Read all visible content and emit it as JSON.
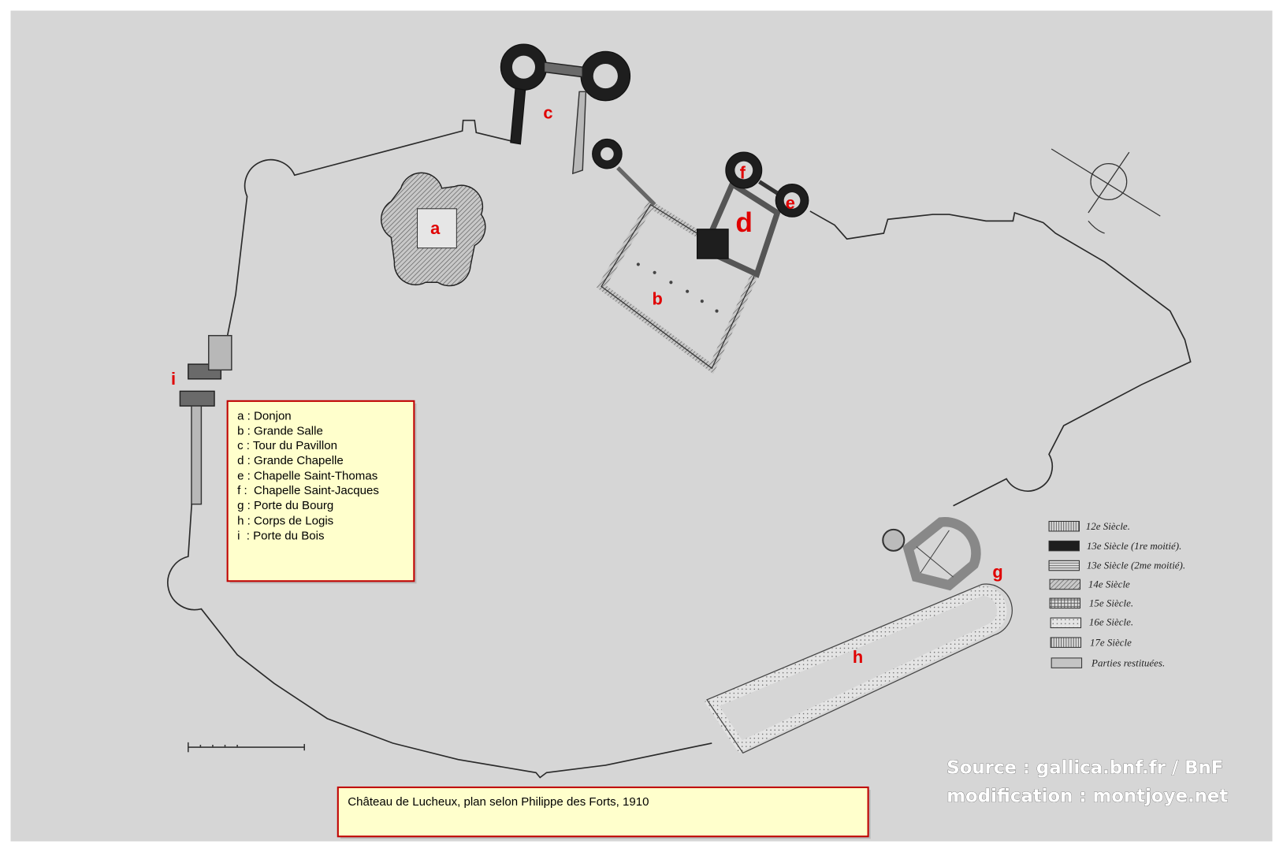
{
  "plan_labels": {
    "a": "a",
    "b": "b",
    "c": "c",
    "d": "d",
    "e": "e",
    "f": "f",
    "g": "g",
    "h": "h",
    "i": "i"
  },
  "key_box": {
    "items": [
      "a : Donjon",
      "b : Grande Salle",
      "c : Tour du Pavillon",
      "d : Grande Chapelle",
      "e : Chapelle Saint-Thomas",
      "f :  Chapelle Saint-Jacques",
      "g : Porte du Bourg",
      "h : Corps de Logis",
      "i  : Porte du Bois"
    ]
  },
  "period_legend": {
    "items": [
      "12e Siècle.",
      "13e Siècle (1re moitié).",
      "13e Siècle (2me moitié).",
      "14e Siècle",
      "15e Siècle.",
      "16e Siècle.",
      "17e Siècle",
      "Parties restituées."
    ]
  },
  "caption": "Château de Lucheux, plan selon Philippe des Forts, 1910",
  "credits": {
    "line1": "Source : gallica.bnf.fr / BnF",
    "line2": "modification : montjoye.net"
  },
  "colors": {
    "background": "#d6d6d6",
    "box_fill": "#ffffcc",
    "box_border": "#c00000",
    "label_red": "#e00000"
  }
}
